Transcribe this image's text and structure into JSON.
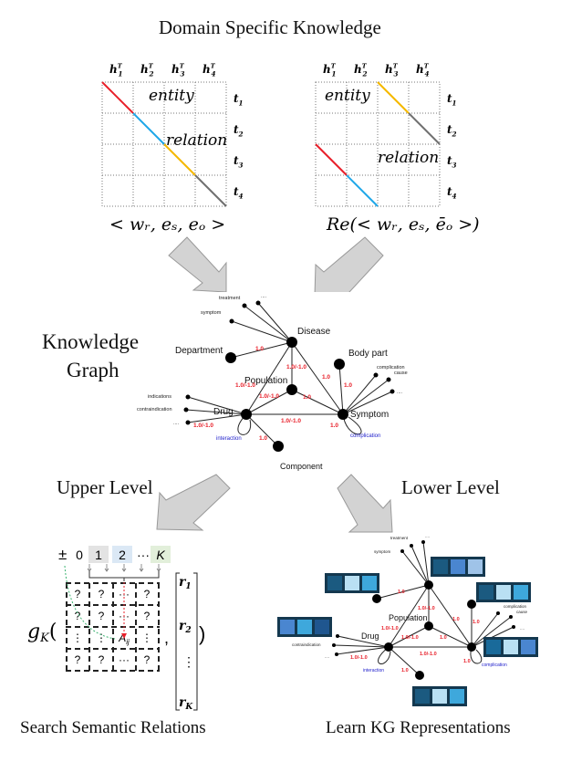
{
  "titles": {
    "top": "Domain Specific Knowledge",
    "kg_line1": "Knowledge",
    "kg_line2": "Graph",
    "upper": "Upper Level",
    "lower": "Lower Level",
    "bottom_left": "Search Semantic Relations",
    "bottom_right": "Learn KG Representations"
  },
  "matrices": {
    "col_headers": [
      "h1T",
      "h2T",
      "h3T",
      "h4T"
    ],
    "col_base": "h",
    "col_subs": [
      "1",
      "2",
      "3",
      "4"
    ],
    "col_sup": "T",
    "row_base": "t",
    "row_subs": [
      "1",
      "2",
      "3",
      "4"
    ],
    "entity_label": "entity",
    "relation_label": "relation",
    "left_formula": "< wᵣ, eₛ, eₒ >",
    "right_formula": "Re(< wᵣ, eₛ, ēₒ >)",
    "segment_colors": {
      "red": "#e8202a",
      "blue": "#1ea7e8",
      "yellow": "#f5b800",
      "gray": "#707070"
    }
  },
  "graph": {
    "nodes": {
      "disease": "Disease",
      "department": "Department",
      "body_part": "Body part",
      "population": "Population",
      "drug": "Drug",
      "symptom": "Symptom",
      "component": "Component"
    },
    "leaf_labels": {
      "treatment": "treatment",
      "symptom": "symptom",
      "ellipsis": "....",
      "indications": "indications",
      "contraindication": "contraindication",
      "complication": "complication",
      "cause": "cause"
    },
    "edge_labels": {
      "dept_disease": "1.0",
      "disease_pop": "1.0/-1.0",
      "disease_drug": "1.0/-1.0",
      "disease_symptom": "1.0",
      "drug_pop": "1.0/-1.0",
      "pop_symptom": "1.0",
      "drug_symptom": "1.0/-1.0",
      "drug_leaf": "1.0/-1.0",
      "drug_component": "1.0",
      "body_symptom": "1.0",
      "symptom_self": "1.0"
    },
    "self_loops": {
      "drug": "interaction",
      "symptom": "complication"
    },
    "colors": {
      "edge_label": "#e8202a",
      "self_loop": "#2222cc"
    }
  },
  "search": {
    "sign": "±",
    "indices": [
      "0",
      "1",
      "2",
      "···",
      "K"
    ],
    "index_bg": [
      "",
      "#e3e3e3",
      "#dbe8f5",
      "",
      "#e2efda"
    ],
    "func": "g",
    "func_sub": "K",
    "cells": [
      [
        "?",
        "?",
        "···",
        "?"
      ],
      [
        "?",
        "?",
        "···",
        "?"
      ],
      [
        "⋮",
        "⋮",
        "A",
        "⋮"
      ],
      [
        "?",
        "?",
        "···",
        "?"
      ]
    ],
    "target_sub": "ij",
    "vector": [
      "r₁",
      "r₂",
      "⋮",
      "r_K"
    ],
    "vector_base": "r",
    "vector_subs": [
      "1",
      "2",
      "",
      "K"
    ]
  },
  "embeddings": {
    "disease": [
      "#1b5a80",
      "#4a86d0",
      "#9fc3e8"
    ],
    "department": [
      "#1b5a80",
      "#b9e0f3",
      "#3ea8dc"
    ],
    "body_part": [
      "#1b5a80",
      "#b9e0f3",
      "#3ea8dc"
    ],
    "drug": [
      "#4a86d0",
      "#3ea8dc",
      "#1f568f"
    ],
    "symptom": [
      "#196a9a",
      "#b9e0f3",
      "#4a86d0"
    ],
    "component": [
      "#1b5a80",
      "#b9e0f3",
      "#3ea8dc"
    ],
    "frame": "#14384f"
  }
}
